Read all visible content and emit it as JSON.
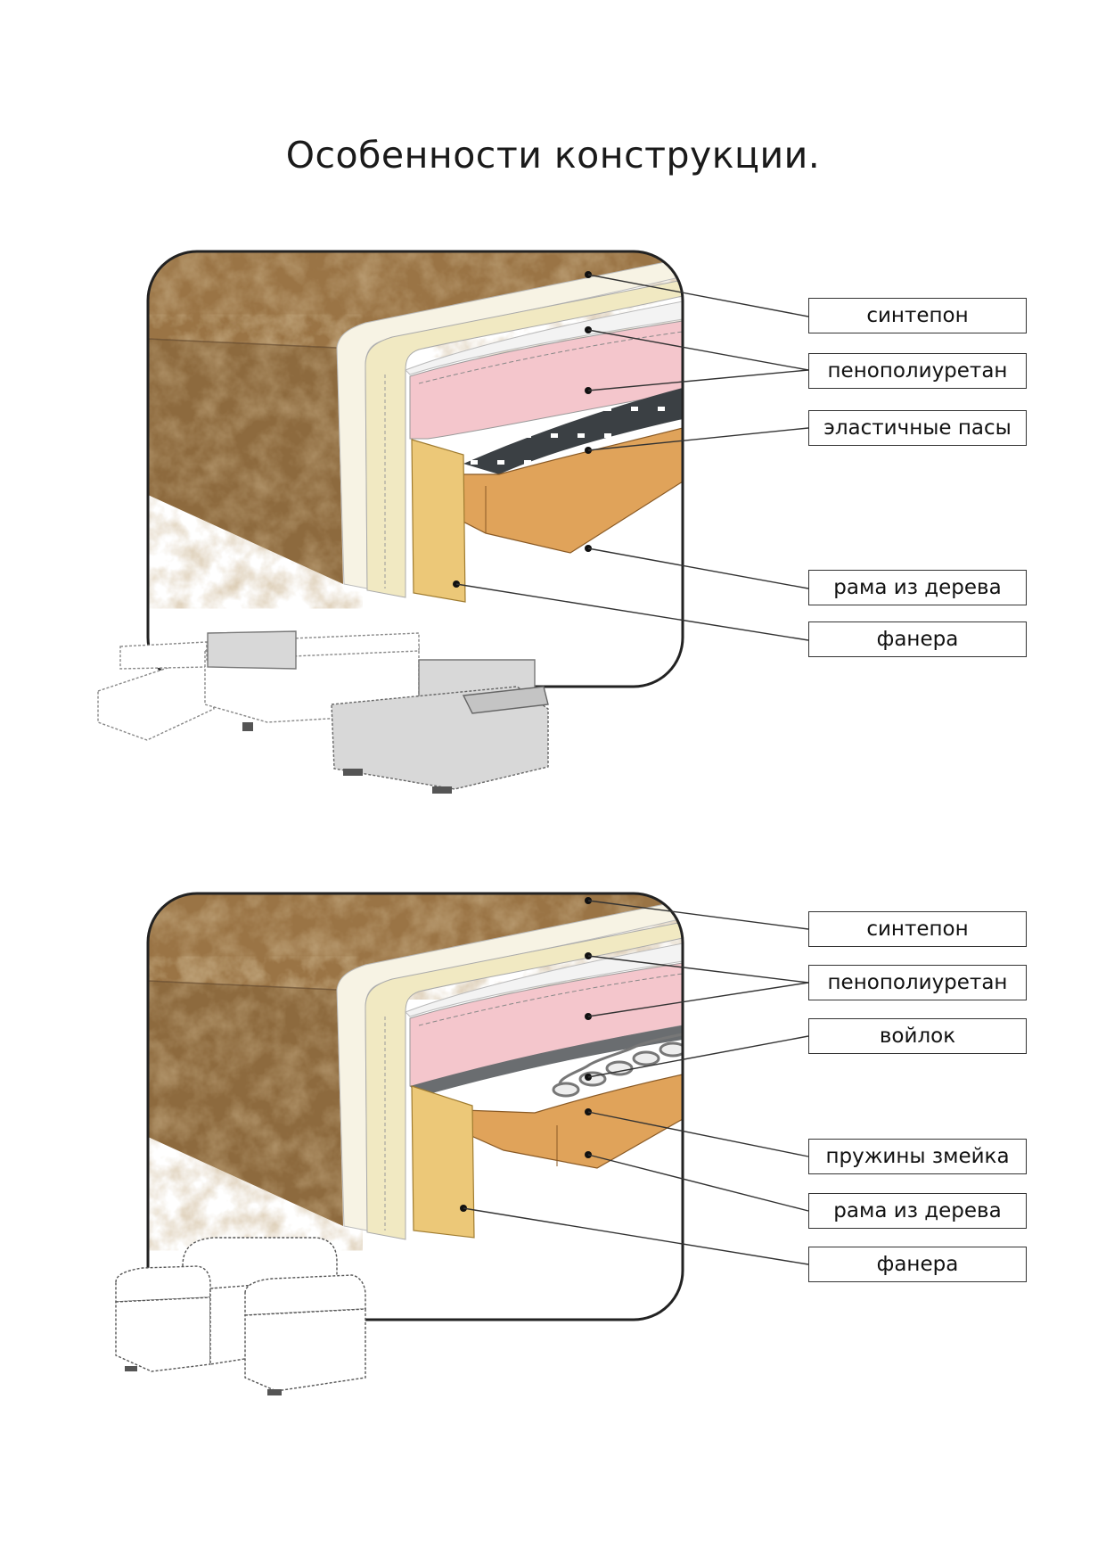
{
  "page": {
    "title": "Особенности конструкции."
  },
  "diagrams": [
    {
      "furniture_icon": "corner-sofa-icon",
      "labels": [
        "синтепон",
        "пенополиуретан",
        "эластичные пасы",
        "рама из дерева",
        "фанера"
      ]
    },
    {
      "furniture_icon": "armchair-icon",
      "labels": [
        "синтепон",
        "пенополиуретан",
        "войлок",
        "пружины змейка",
        "рама из дерева",
        "фанера"
      ]
    }
  ],
  "colors": {
    "upholstery": "#9a7445",
    "batting": "#f7f3e4",
    "foam": "#f1e9c2",
    "felt_white": "#f2f2f2",
    "pink_foam": "#f4c6cc",
    "wood": "#e0a35a",
    "plywood": "#ecc878",
    "belts": "#3b4044",
    "leader_line": "#333333"
  }
}
